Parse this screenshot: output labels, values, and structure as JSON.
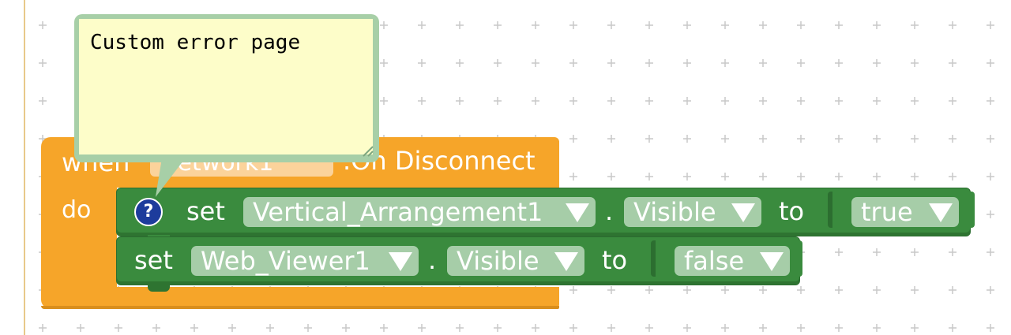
{
  "event_block": {
    "when_label": "when",
    "component_dropdown": "Network1",
    "event_name": ".On Disconnect",
    "do_label": "do"
  },
  "statements": [
    {
      "set_label": "set",
      "component": "Vertical_Arrangement1",
      "dot": ".",
      "property": "Visible",
      "to_label": "to",
      "value": "true"
    },
    {
      "set_label": "set",
      "component": "Web_Viewer1",
      "dot": ".",
      "property": "Visible",
      "to_label": "to",
      "value": "false"
    }
  ],
  "comment": {
    "text": "Custom error page",
    "help_icon": "?"
  },
  "colors": {
    "event_block": "#f6a529",
    "set_block": "#3a8b3e",
    "comment_border": "#a7cfa7",
    "comment_bg": "#fdfdc9",
    "help_icon": "#1d3c9c"
  },
  "icons": [
    "question-mark-icon",
    "chevron-down-icon",
    "resize-grip-icon"
  ]
}
